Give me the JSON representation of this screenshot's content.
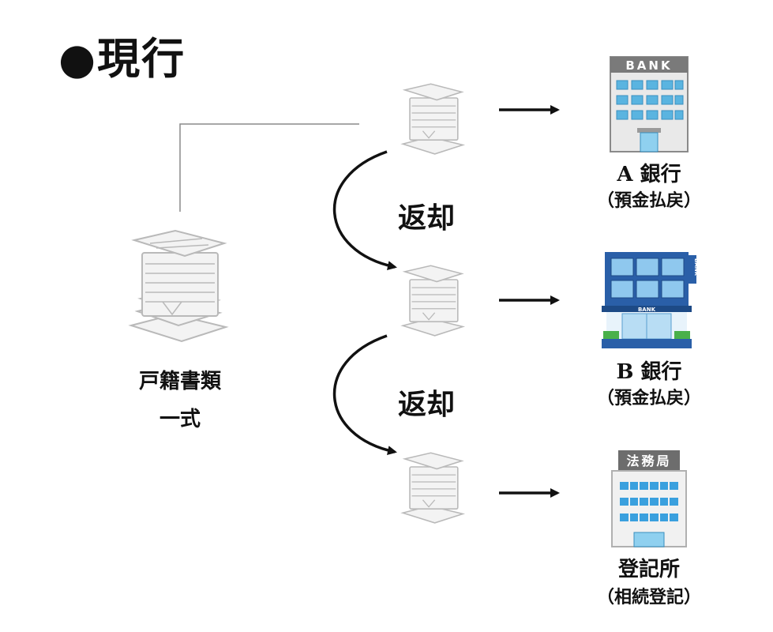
{
  "title": "●現行",
  "documents": {
    "label_line1": "戸籍書類",
    "label_line2": "一式"
  },
  "return_labels": [
    "返却",
    "返却"
  ],
  "destinations": [
    {
      "name": "A 銀行",
      "purpose": "（預金払戻）",
      "sign": "BANK",
      "icon": "bank-a-icon"
    },
    {
      "name": "B 銀行",
      "purpose": "（預金払戻）",
      "sign": "BANK",
      "icon": "bank-b-icon"
    },
    {
      "name": "登記所",
      "purpose": "（相続登記）",
      "sign": "法務局",
      "icon": "legal-affairs-bureau-icon"
    }
  ],
  "colors": {
    "bank_a_roof": "#7a7a7a",
    "bank_a_glass": "#5ab4e0",
    "bank_b_body": "#2a5fa8",
    "bank_b_glass": "#8fc8ee",
    "bureau_sign": "#6d6d6d",
    "bureau_glass": "#3aa0de",
    "paper": "#f3f3f3",
    "paper_line": "#b9b9b9"
  }
}
